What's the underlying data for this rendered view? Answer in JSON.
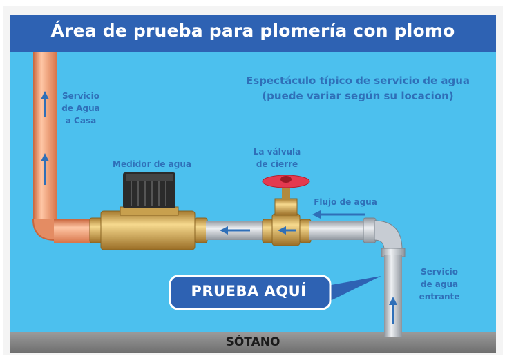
{
  "header": {
    "title": "Área de prueba para plomería con plomo"
  },
  "subtitle": {
    "lines": [
      "Espectáculo típico de servicio de agua",
      "(puede variar según su locacion)"
    ]
  },
  "labels": {
    "house_service": [
      "Servicio",
      "de Agua",
      "a Casa"
    ],
    "water_meter": "Medidor de agua",
    "shutoff_valve": [
      "La válvula",
      "de cierre"
    ],
    "water_flow": "Flujo de agua",
    "incoming_service": [
      "Servicio",
      "de agua",
      "entrante"
    ]
  },
  "callout": {
    "text": "PRUEBA AQUÍ"
  },
  "footer": {
    "text": "SÓTANO"
  },
  "colors": {
    "sky": "#4cc0ee",
    "title_bar": "#2e62b3",
    "copper_pipe": "#f0a07a",
    "galvanized_pipe": "#c7ccd3",
    "brass": "#d9b060",
    "valve_handle": "#e4394f",
    "floor": "#8a8a8a",
    "label_text": "#2f6fb8"
  }
}
